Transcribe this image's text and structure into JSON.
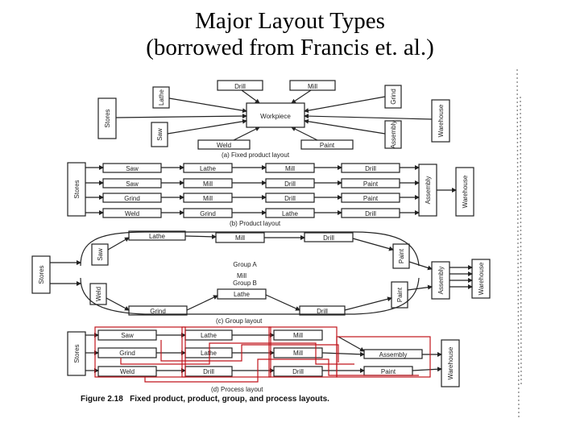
{
  "title_line1": "Major Layout Types",
  "title_line2": "(borrowed from Francis et. al.)",
  "figure_caption": "Figure 2.18   Fixed product, product, group, and process layouts.",
  "highlight_color": "#c0141c",
  "fixed": {
    "caption": "(a)  Fixed product layout",
    "center": "Workpiece",
    "top": [
      "Drill",
      "Mill"
    ],
    "left": [
      "Stores",
      "Lathe",
      "Saw"
    ],
    "right": [
      "Grind",
      "Warehouse",
      "Assembly"
    ],
    "bottom": [
      "Weld",
      "Paint"
    ]
  },
  "product": {
    "caption": "(b)  Product layout",
    "stores": "Stores",
    "assembly": "Assembly",
    "warehouse": "Warehouse",
    "rows": [
      [
        "Saw",
        "Lathe",
        "Mill",
        "Drill"
      ],
      [
        "Saw",
        "Mill",
        "Drill",
        "Paint"
      ],
      [
        "Grind",
        "Mill",
        "Drill",
        "Paint"
      ],
      [
        "Weld",
        "Grind",
        "Lathe",
        "Drill"
      ]
    ]
  },
  "group": {
    "caption": "(c)  Group layout",
    "stores": "Stores",
    "group_a": "Group A",
    "group_b": "Group B",
    "a_top": [
      "Lathe",
      "Mill",
      "Drill"
    ],
    "a_saw": "Saw",
    "a_paint": "Paint",
    "b_boxes": [
      "Mill",
      "Lathe"
    ],
    "b_bottom": [
      "Grind",
      "Drill"
    ],
    "b_weld": "Weld",
    "b_paint": "Paint",
    "assembly": "Assembly",
    "warehouse": "Warehouse"
  },
  "process": {
    "caption": "(d)  Process layout",
    "stores": "Stores",
    "rows": [
      [
        "Saw",
        "Lathe",
        "Mill"
      ],
      [
        "Grind",
        "Lathe",
        "Mill"
      ],
      [
        "Weld",
        "Drill",
        "Drill"
      ]
    ],
    "assembly": "Assembly",
    "paint": "Paint",
    "warehouse": "Warehouse"
  }
}
